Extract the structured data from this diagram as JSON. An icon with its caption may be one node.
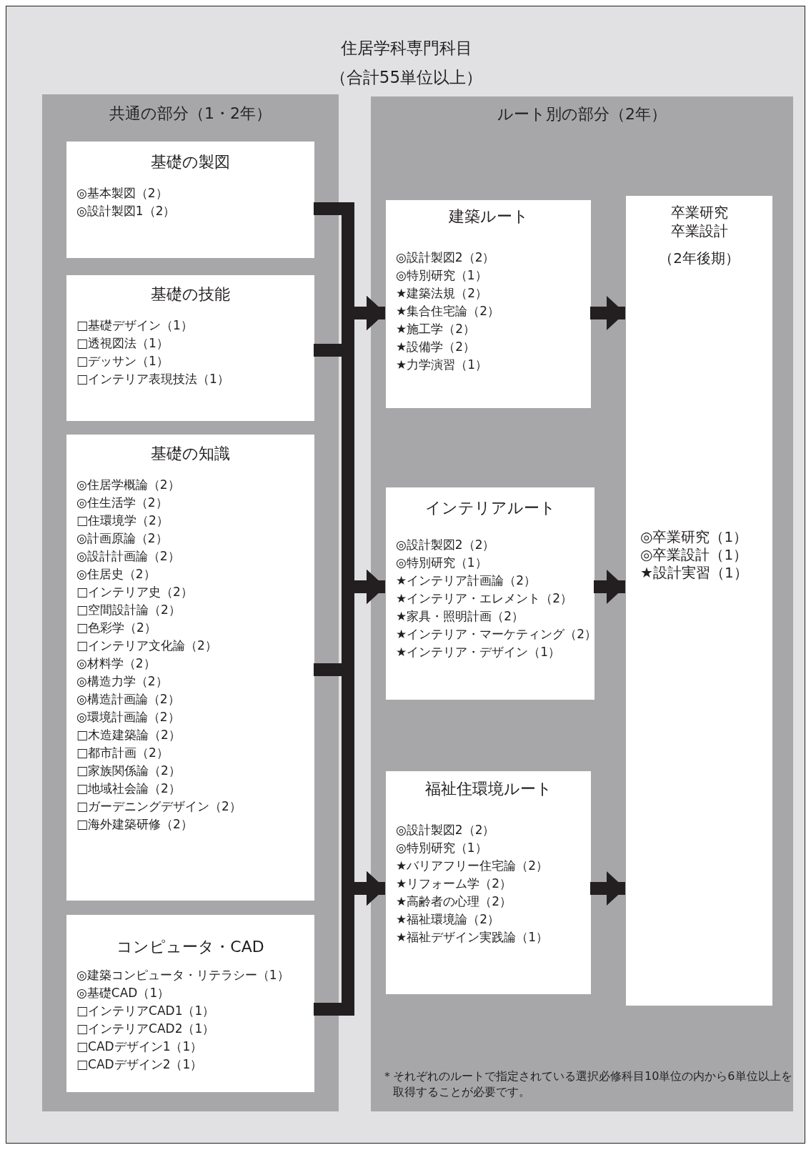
{
  "diagram": {
    "title": "住居学科専門科目（合計55単位以上）",
    "nodes": [
      {
        "text": [
          "共通の部分（1・2年）"
        ]
      },
      {
        "text": [
          "基礎の製図",
          "◎基本製図（2）",
          "◎設計製図1（2）"
        ],
        "in": 0
      },
      {
        "text": [
          "基礎の技能",
          "□基礎デザイン（1）",
          "□透視図法（1）",
          "□デッサン（1）",
          "□インテリア表現技法（1）"
        ],
        "in": 0
      },
      {
        "text": [
          "基礎の知識",
          "◎住居学概論（2）",
          "◎住生活学（2）",
          "□住環境学（2）",
          "◎計画原論（2）",
          "◎設計計画論（2）",
          "◎住居史（2）",
          "□インテリア史（2）",
          "□空間設計論（2）",
          "□色彩学（2）",
          "□インテリア文化論（2）",
          "◎材料学（2）",
          "◎構造力学（2）",
          "◎構造計画論（2）",
          "◎環境計画論（2）",
          "□木造建築論（2）",
          "□都市計画（2）",
          "□家族関係論（2）",
          "□地域社会論（2）",
          "□ガーデニングデザイン（2）",
          "□海外建築研修（2）"
        ],
        "in": 0
      },
      {
        "text": [
          "コンピュータ・CAD",
          "◎建築コンピュータ・リテラシー（1）",
          "◎基礎CAD（1）",
          "□インテリアCAD1（1）",
          "□インテリアCAD2（1）",
          "□CADデザイン1（1）",
          "□CADデザイン2（1）"
        ],
        "in": 0
      },
      {
        "text": [
          "ルート別の部分（2年）"
        ]
      },
      {
        "text": [
          "建築ルート",
          "◎設計製図2（2）",
          "◎特別研究（1）",
          "★建築法規（2）",
          "★集合住宅論（2）",
          "★施工学（2）",
          "★設備学（2）",
          "★力学演習（1）"
        ],
        "in": 5
      },
      {
        "text": [
          "インテリアルート",
          "◎設計製図2（2）",
          "◎特別研究（1）",
          "★インテリア計画論（2）",
          "★インテリア・エレメント（2）",
          "★家具・照明計画（2）",
          "★インテリア・マーケティング（2）",
          "★インテリア・デザイン（1）"
        ],
        "in": 5
      },
      {
        "text": [
          "福祉住環境ルート",
          "◎設計製図2（2）",
          "◎特別研究（1）",
          "★バリアフリー住宅論（2）",
          "★リフォーム学（2）",
          "★高齢者の心理（2）",
          "★福祉環境論（2）",
          "★福祉デザイン実践論（1）"
        ],
        "in": 5
      },
      {
        "text": [
          "卒業研究卒業設計",
          "（2年後期）",
          "◎卒業研究（1）",
          "◎卒業設計（1）",
          "★設計実習（1）"
        ],
        "in": 5
      }
    ],
    "edges": [
      {
        "from": 1,
        "to": 6,
        "arrow": "to"
      },
      {
        "from": 1,
        "to": 7,
        "arrow": "to"
      },
      {
        "from": 1,
        "to": 8,
        "arrow": "to"
      },
      {
        "from": 2,
        "to": 6,
        "arrow": "to"
      },
      {
        "from": 2,
        "to": 7,
        "arrow": "to"
      },
      {
        "from": 2,
        "to": 8,
        "arrow": "to"
      },
      {
        "from": 3,
        "to": 6,
        "arrow": "to"
      },
      {
        "from": 3,
        "to": 7,
        "arrow": "to"
      },
      {
        "from": 3,
        "to": 8,
        "arrow": "to"
      },
      {
        "from": 4,
        "to": 6,
        "arrow": "to"
      },
      {
        "from": 4,
        "to": 7,
        "arrow": "to"
      },
      {
        "from": 4,
        "to": 8,
        "arrow": "to"
      },
      {
        "from": 6,
        "to": 9,
        "arrow": "to"
      },
      {
        "from": 7,
        "to": 9,
        "arrow": "to"
      },
      {
        "from": 8,
        "to": 9,
        "arrow": "to"
      }
    ],
    "labels": [
      "＊それぞれのルートで指定されている選択必修科目10単位の内から6単位以上を取得することが必要です。"
    ]
  }
}
